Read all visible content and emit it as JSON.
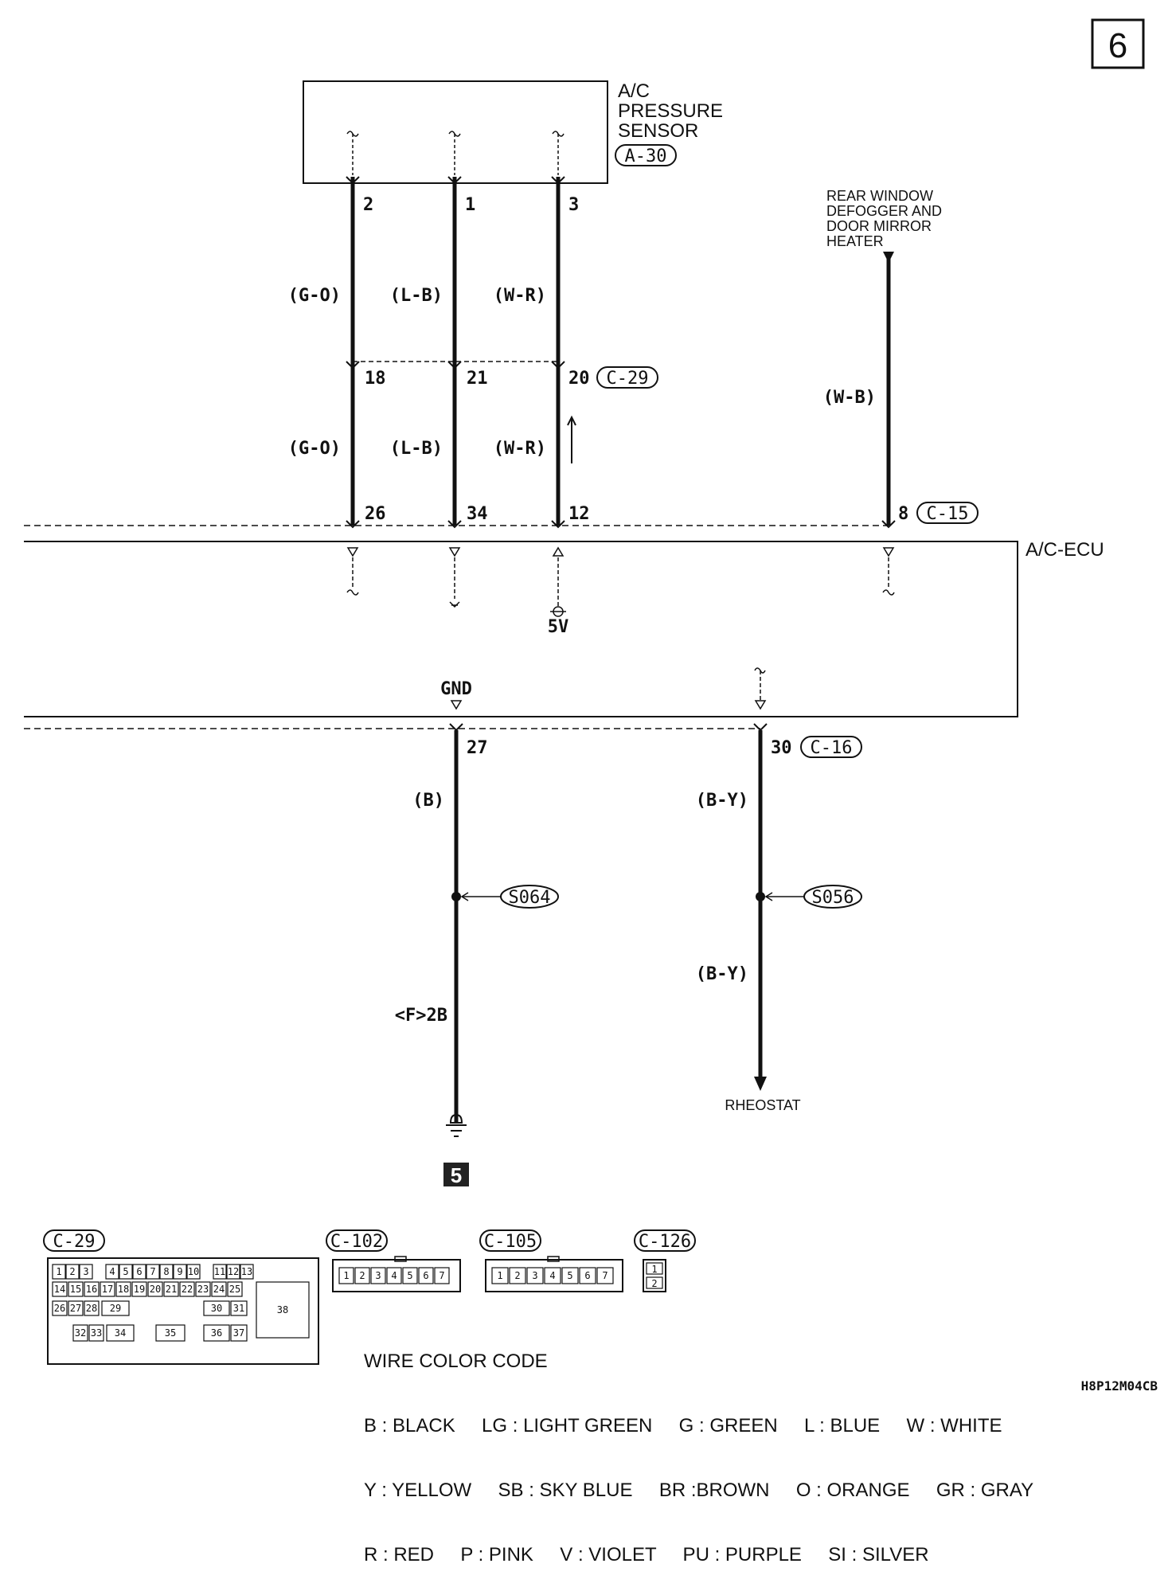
{
  "page_number": "6",
  "sensor": {
    "name_line1": "A/C",
    "name_line2": "PRESSURE",
    "name_line3": "SENSOR",
    "connector": "A-30",
    "pins": [
      "2",
      "1",
      "3"
    ]
  },
  "defogger": {
    "line1": "REAR WINDOW",
    "line2": "DEFOGGER AND",
    "line3": "DOOR MIRROR",
    "line4": "HEATER"
  },
  "wire_colors": {
    "go": "(G-O)",
    "lb": "(L-B)",
    "wr": "(W-R)",
    "wb": "(W-B)",
    "b": "(B)",
    "by": "(B-Y)"
  },
  "junction_c29": {
    "pins": [
      "18",
      "21",
      "20"
    ],
    "connector": "C-29"
  },
  "ecu": {
    "name": "A/C-ECU",
    "top_pins": [
      "26",
      "34",
      "12",
      "8"
    ],
    "top_connector": "C-15",
    "supply": "5V",
    "gnd": "GND",
    "bottom_pins": [
      "27",
      "30"
    ],
    "bottom_connector": "C-16"
  },
  "splices": [
    "S064",
    "S056"
  ],
  "ground_ref": "<F>2B",
  "ground_page": "5",
  "rheostat": "RHEOSTAT",
  "connector_views": {
    "c29_title": "C-29",
    "c29_row1": [
      "1",
      "2",
      "3",
      "4",
      "5",
      "6",
      "7",
      "8",
      "9",
      "10",
      "11",
      "12",
      "13"
    ],
    "c29_row2": [
      "14",
      "15",
      "16",
      "17",
      "18",
      "19",
      "20",
      "21",
      "22",
      "23",
      "24",
      "25"
    ],
    "c29_row3": [
      "26",
      "27",
      "28",
      "29",
      "30",
      "31"
    ],
    "c29_row4": [
      "32",
      "33",
      "34",
      "35",
      "36",
      "37"
    ],
    "c29_big": "38",
    "c102_title": "C-102",
    "c105_title": "C-105",
    "seven_pins": [
      "1",
      "2",
      "3",
      "4",
      "5",
      "6",
      "7"
    ],
    "c126_title": "C-126",
    "c126_pins": [
      "1",
      "2"
    ]
  },
  "legend": {
    "title": "WIRE COLOR CODE",
    "line1": "B : BLACK     LG : LIGHT GREEN     G : GREEN     L : BLUE     W : WHITE",
    "line2": "Y : YELLOW     SB : SKY BLUE     BR :BROWN     O : ORANGE     GR : GRAY",
    "line3": "R : RED     P : PINK     V : VIOLET     PU : PURPLE     SI : SILVER"
  },
  "footer_code": "H8P12M04CB"
}
